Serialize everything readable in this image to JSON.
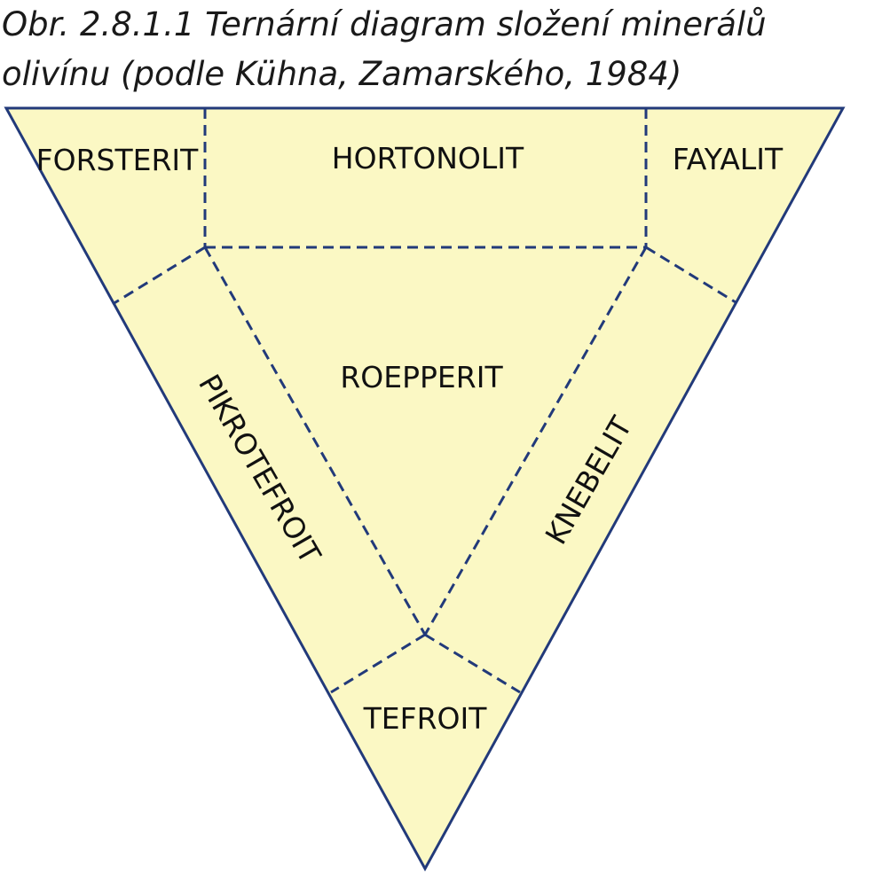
{
  "caption": {
    "line1": "Obr. 2.8.1.1  Ternární diagram složení minerálů",
    "line2": "olivínu (podle Kühna, Zamarského, 1984)"
  },
  "regions": {
    "forsterit": "FORSTERIT",
    "hortonolit": "HORTONOLIT",
    "fayalit": "FAYALIT",
    "roepperit": "ROEPPERIT",
    "pikrotefroit": "PIKROTEFROIT",
    "knebelit": "KNEBELIT",
    "tefroit": "TEFROIT"
  },
  "colors": {
    "fill": "#fbf8c4",
    "outline": "#223a7a",
    "divider": "#223a7a",
    "text": "#111111"
  }
}
